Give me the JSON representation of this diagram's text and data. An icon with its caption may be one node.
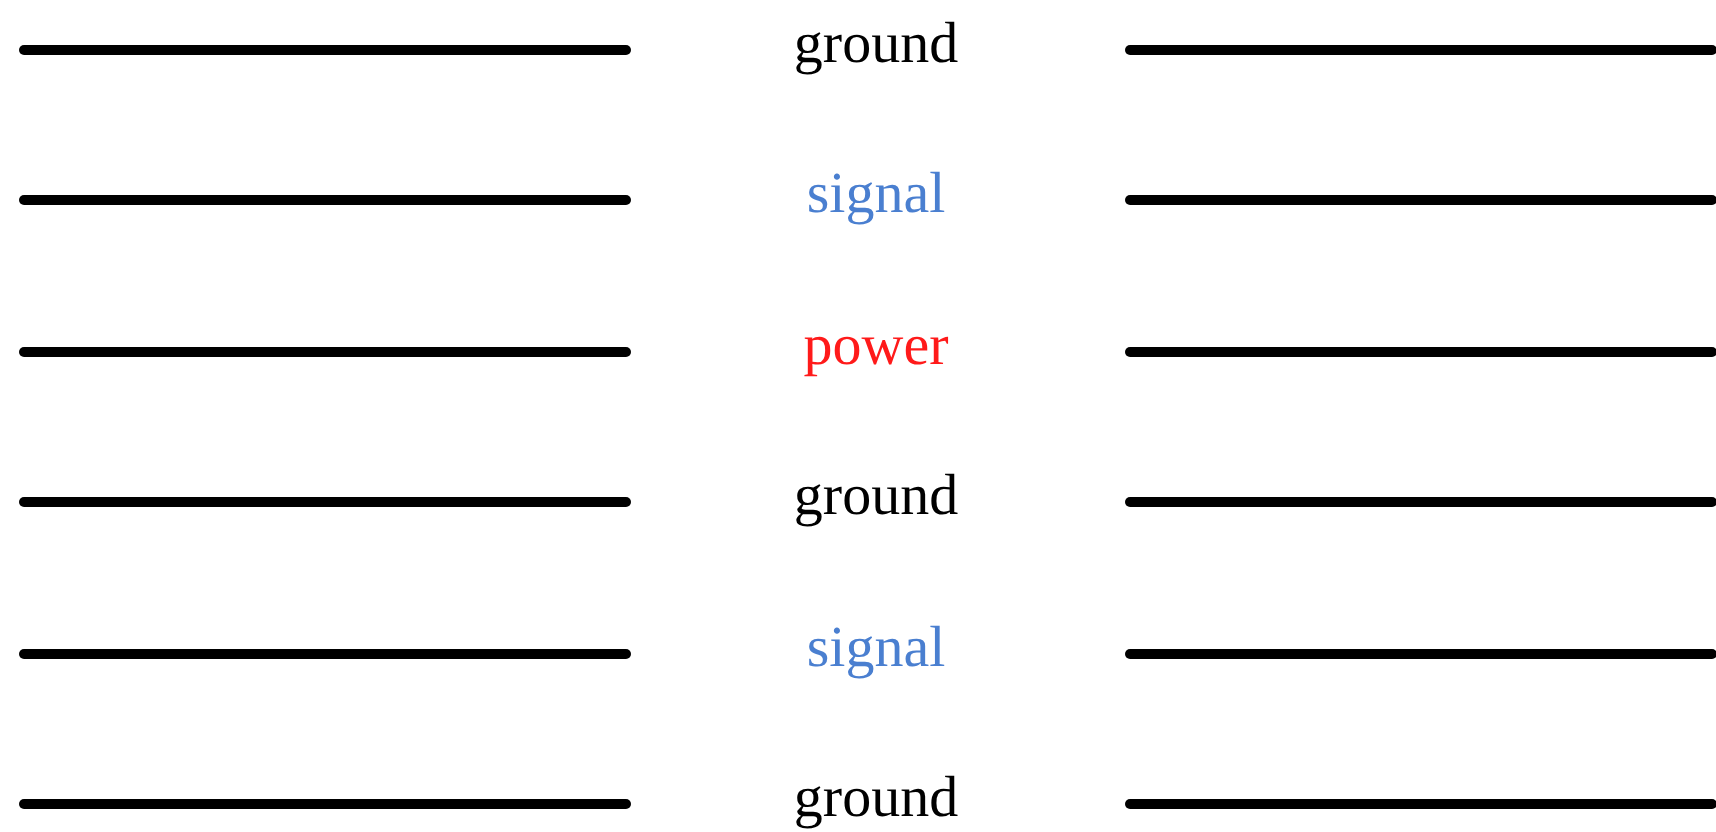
{
  "diagram": {
    "labels": [
      "ground",
      "signal",
      "power",
      "ground",
      "signal",
      "ground"
    ]
  }
}
